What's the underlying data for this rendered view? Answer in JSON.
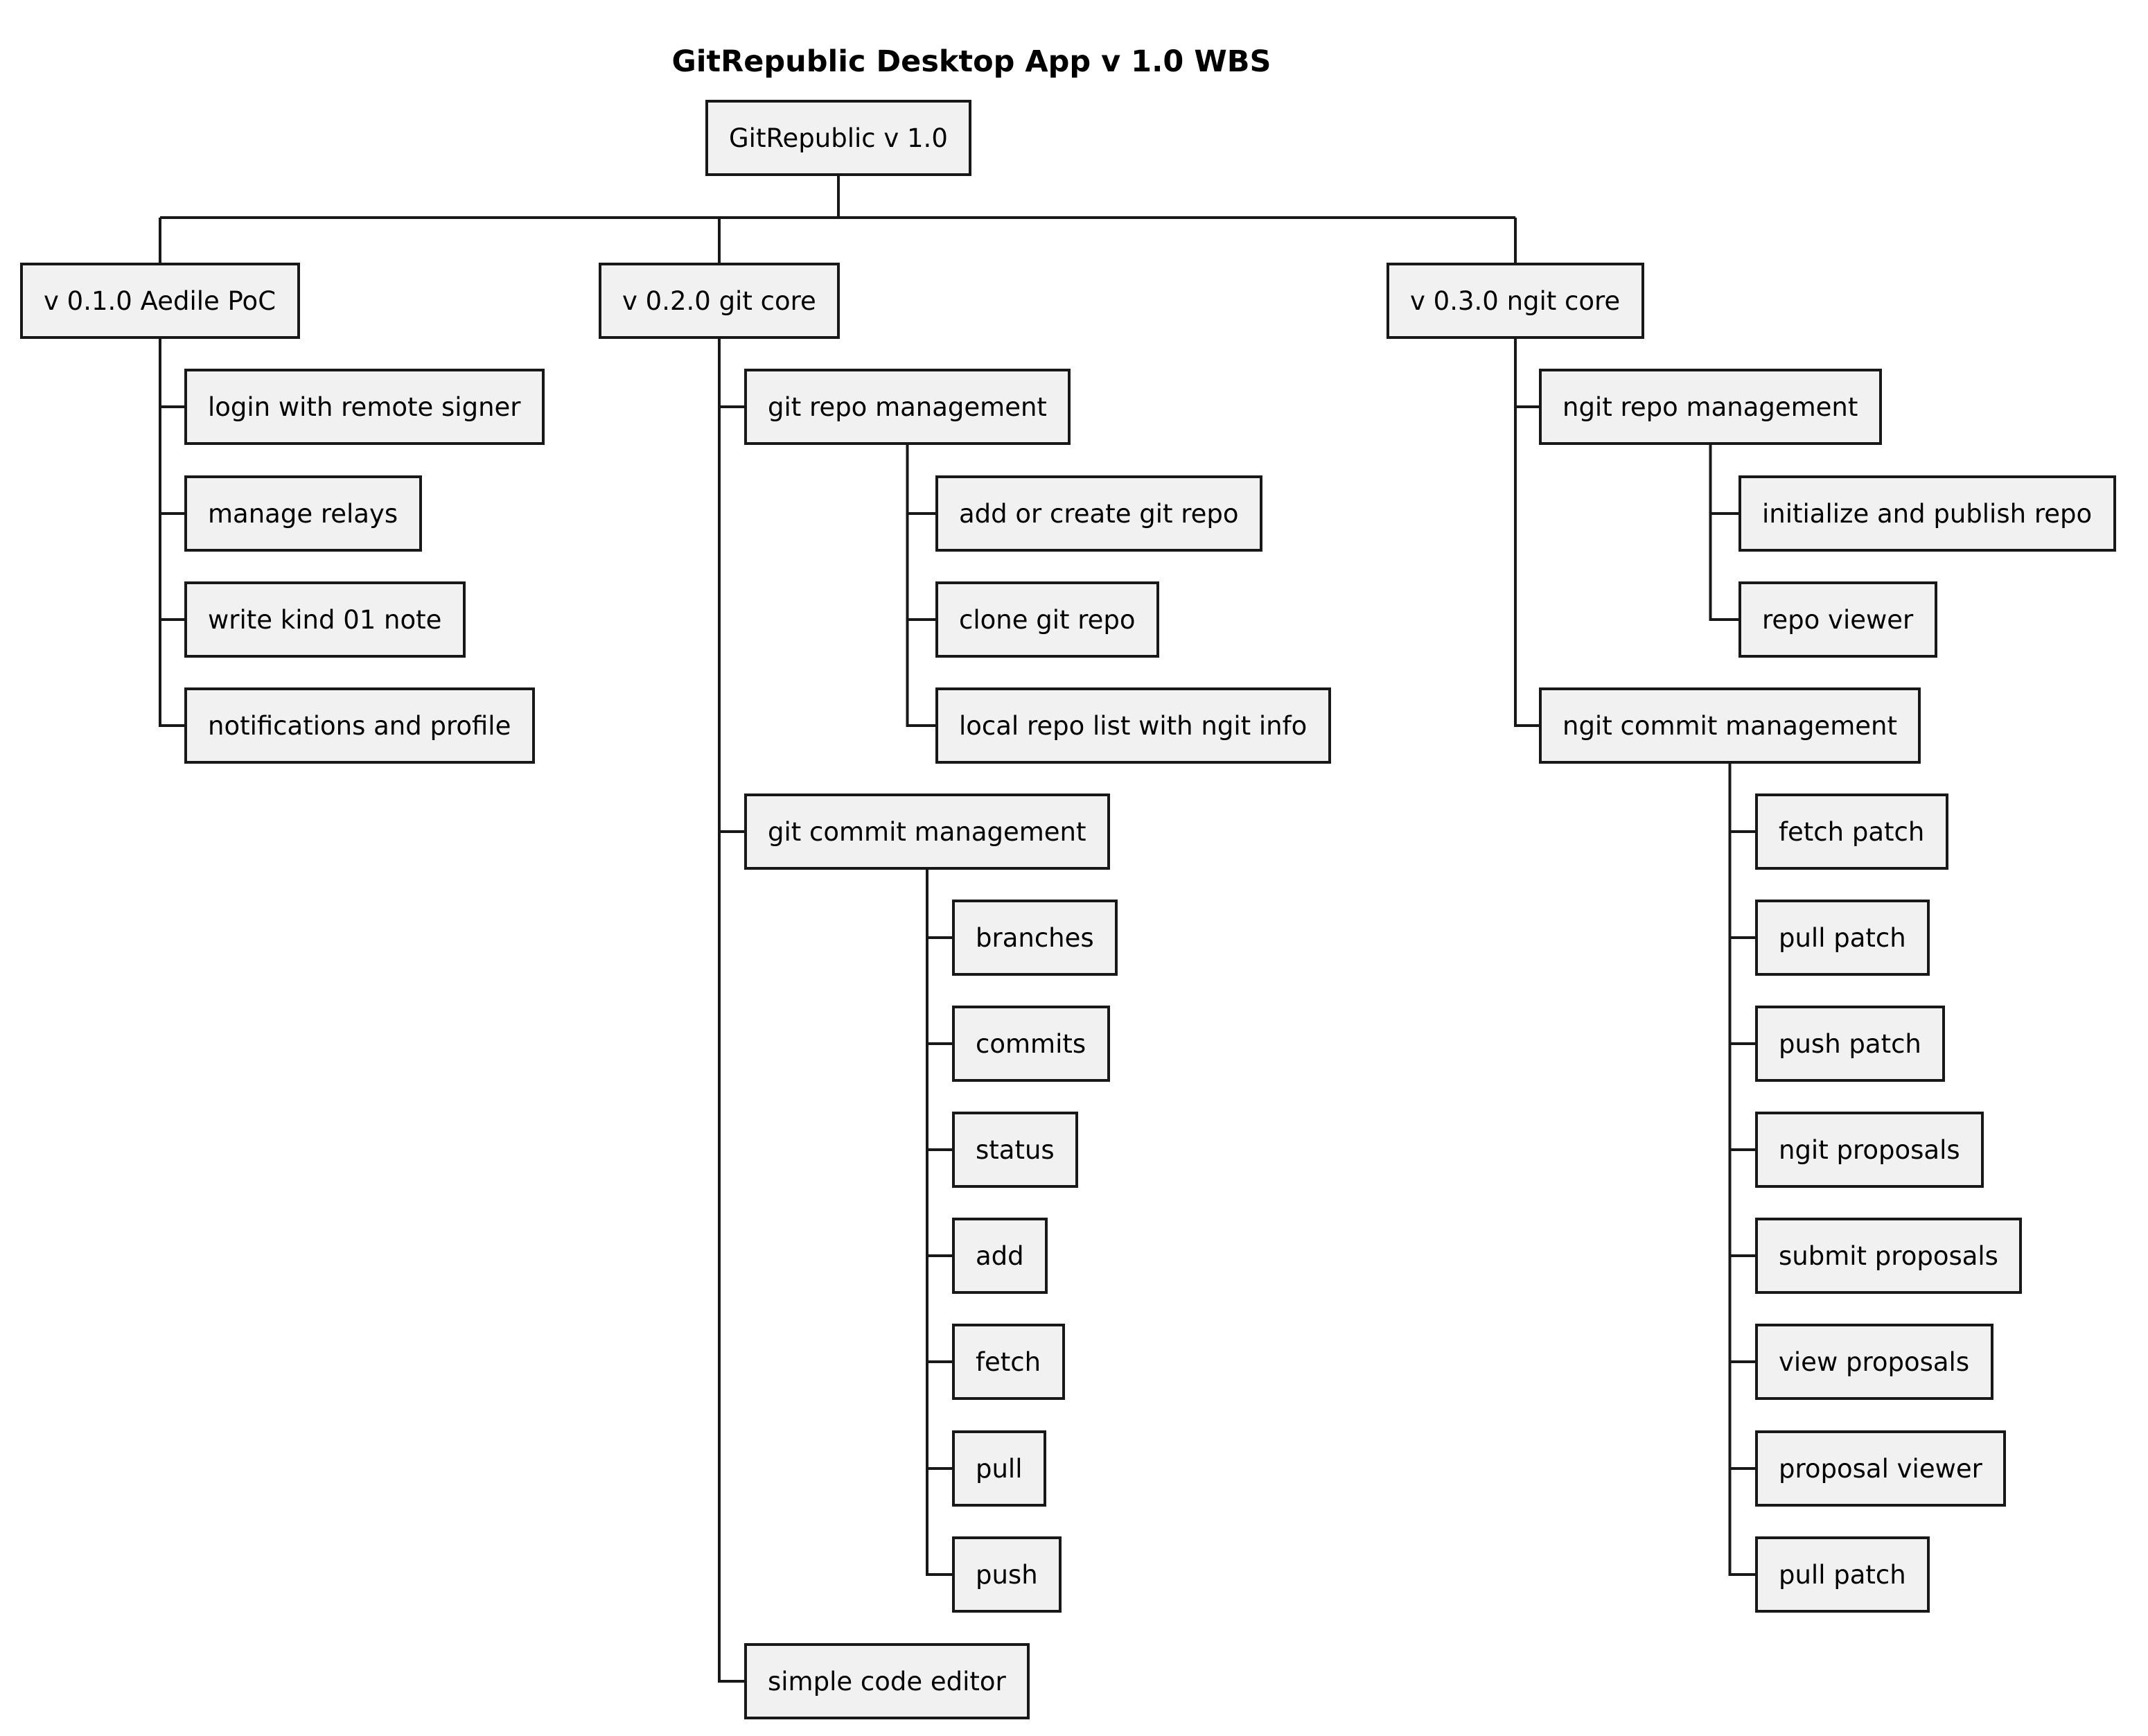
{
  "title": "GitRepublic Desktop App v 1.0 WBS",
  "root": {
    "label": "GitRepublic v 1.0",
    "children": [
      {
        "label": "v 0.1.0 Aedile PoC",
        "children": [
          {
            "label": "login with remote signer"
          },
          {
            "label": "manage relays"
          },
          {
            "label": "write kind 01 note"
          },
          {
            "label": "notifications and profile"
          }
        ]
      },
      {
        "label": "v 0.2.0 git core",
        "children": [
          {
            "label": "git repo management",
            "children": [
              {
                "label": "add or create git repo"
              },
              {
                "label": "clone git repo"
              },
              {
                "label": "local repo list with ngit info"
              }
            ]
          },
          {
            "label": "git commit management",
            "children": [
              {
                "label": "branches"
              },
              {
                "label": "commits"
              },
              {
                "label": "status"
              },
              {
                "label": "add"
              },
              {
                "label": "fetch"
              },
              {
                "label": "pull"
              },
              {
                "label": "push"
              }
            ]
          },
          {
            "label": "simple code editor"
          }
        ]
      },
      {
        "label": "v 0.3.0 ngit core",
        "children": [
          {
            "label": "ngit repo management",
            "children": [
              {
                "label": "initialize and publish repo"
              },
              {
                "label": "repo viewer"
              }
            ]
          },
          {
            "label": "ngit commit management",
            "children": [
              {
                "label": "fetch patch"
              },
              {
                "label": "pull patch"
              },
              {
                "label": "push patch"
              },
              {
                "label": "ngit proposals"
              },
              {
                "label": "submit proposals"
              },
              {
                "label": "view proposals"
              },
              {
                "label": "proposal viewer"
              },
              {
                "label": "pull patch"
              }
            ]
          }
        ]
      }
    ]
  }
}
